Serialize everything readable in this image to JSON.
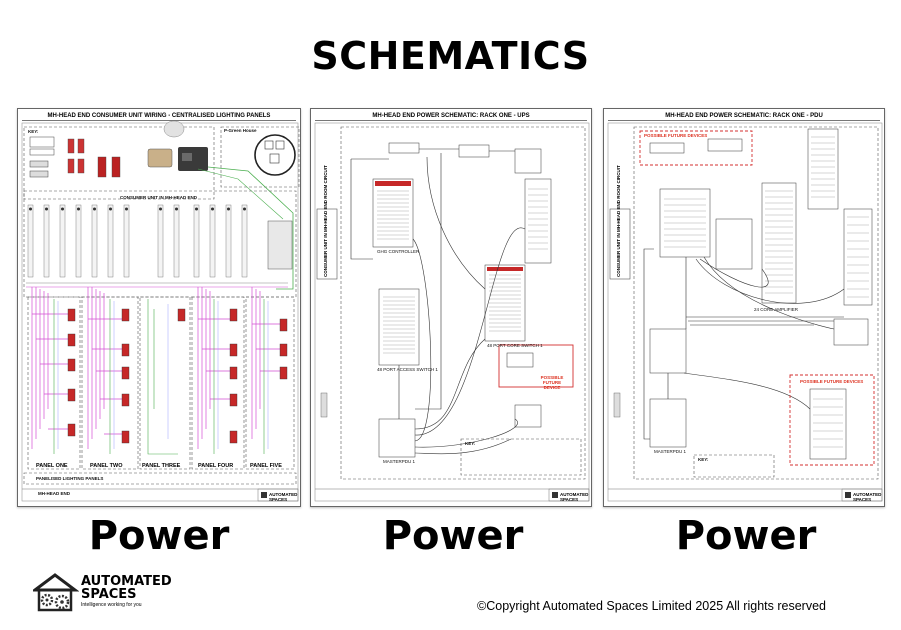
{
  "title": "SCHEMATICS",
  "sheets": [
    {
      "header": "MH-HEAD END CONSUMER UNIT WIRING - CENTRALISED LIGHTING PANELS",
      "caption": "Power",
      "labels": {
        "key": "KEY:",
        "green_house": "P-Green House",
        "consumer_unit": "CONSUMER UNIT IN MH-HEAD END",
        "panelised": "PANELISED LIGHTING PANELS",
        "mh_head_end": "MH-HEAD END"
      },
      "panels": [
        "PANEL ONE",
        "PANEL TWO",
        "PANEL THREE",
        "PANEL FOUR",
        "PANEL FIVE"
      ]
    },
    {
      "header": "MH-HEAD END POWER SCHEMATIC: RACK ONE - UPS",
      "caption": "Power",
      "labels": {
        "side": "CONSUMER UNIT IN MH-HEAD END ROOM CIRCUIT",
        "future": "POSSIBLE FUTURE DEVICE",
        "ups": "GHG CONTROLLER",
        "switch": "48 PORT ACCESS SWITCH 1",
        "core": "48 PORT CORE SWITCH 1",
        "key": "KEY:",
        "master": "MASTERPDU 1"
      }
    },
    {
      "header": "MH-HEAD END POWER SCHEMATIC: RACK ONE - PDU",
      "caption": "Power",
      "labels": {
        "side": "CONSUMER UNIT IN MH-HEAD END ROOM CIRCUIT",
        "future_top": "POSSIBLE FUTURE DEVICES",
        "future_bottom": "POSSIBLE FUTURE DEVICES",
        "patch": "24 CORE AMPLIFIER",
        "key": "KEY:",
        "master": "MASTERPDU 1"
      }
    }
  ],
  "titleblock_brand": "AUTOMATED SPACES",
  "logo": {
    "line1": "AUTOMATED",
    "line2": "SPACES",
    "tagline": "Intelligence working for you"
  },
  "copyright": "©Copyright Automated Spaces Limited 2025 All rights reserved",
  "colors": {
    "text": "#000000",
    "wire_magenta": "#d44fd4",
    "wire_green": "#4caf50",
    "highlight_red": "#d32f2f"
  }
}
